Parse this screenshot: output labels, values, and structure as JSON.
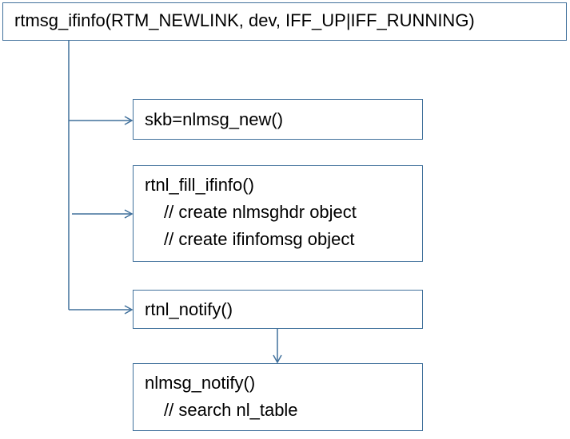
{
  "diagram": {
    "root": {
      "label": "rtmsg_ifinfo(RTM_NEWLINK, dev, IFF_UP|IFF_RUNNING)"
    },
    "skb_new": {
      "label": "skb=nlmsg_new()"
    },
    "fill_ifinfo": {
      "label": "rtnl_fill_ifinfo()",
      "comments": [
        "// create nlmsghdr object",
        "// create ifinfomsg object"
      ]
    },
    "rtnl_notify": {
      "label": "rtnl_notify()"
    },
    "nlmsg_notify": {
      "label": "nlmsg_notify()",
      "comments": [
        "// search nl_table"
      ]
    },
    "colors": {
      "border": "#41719c",
      "connector": "#41719c",
      "text": "#000000",
      "background": "#ffffff"
    }
  }
}
